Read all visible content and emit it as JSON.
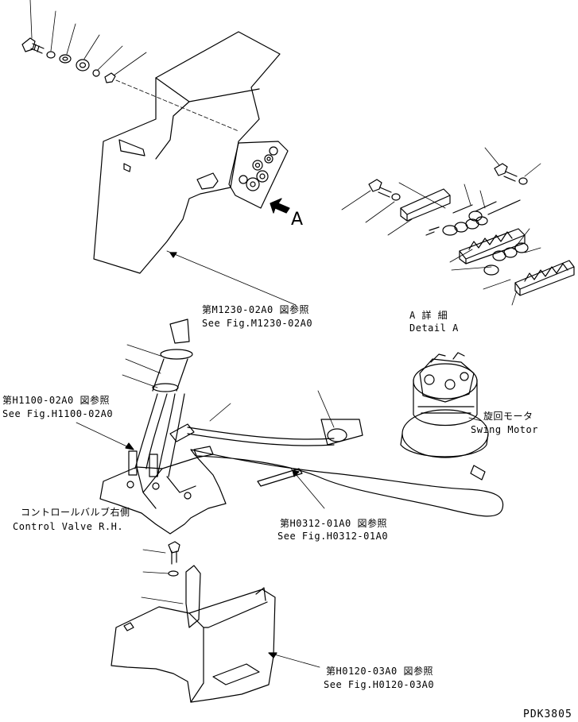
{
  "callouts": {
    "ref_m1230": {
      "jp": "第M1230-02A0 図参照",
      "en": "See Fig.M1230-02A0"
    },
    "detail_a": {
      "jp": "A 詳 細",
      "en": "Detail A"
    },
    "view_arrow": "A",
    "ref_h1100": {
      "jp": "第H1100-02A0 図参照",
      "en": "See Fig.H1100-02A0"
    },
    "swing_motor": {
      "jp": "旋回モータ",
      "en": "Swing Motor"
    },
    "control_valve": {
      "jp": "コントロールバルブ右側",
      "en": "Control Valve R.H."
    },
    "ref_h0312": {
      "jp": "第H0312-01A0 図参照",
      "en": "See Fig.H0312-01A0"
    },
    "ref_h0120": {
      "jp": "第H0120-03A0 図参照",
      "en": "See Fig.H0120-03A0"
    }
  },
  "drawing_code": "PDK3805",
  "colors": {
    "ink": "#000000",
    "paper": "#ffffff"
  }
}
